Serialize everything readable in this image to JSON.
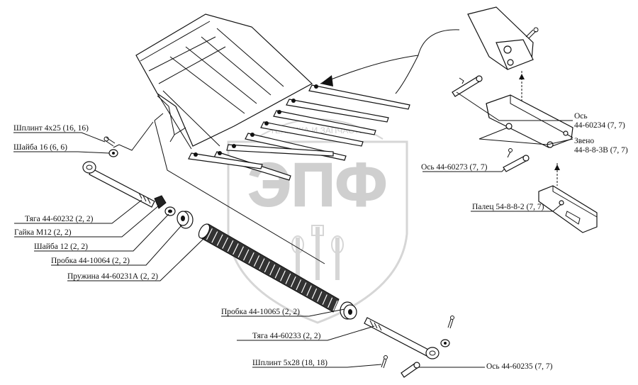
{
  "watermark": {
    "arc_text": "ТЕХНИКА И ЗАПЧАСТИ",
    "letters": "ЭПФ"
  },
  "parts": [
    {
      "id": "split-pin-4x25",
      "label": "Шплинт 4х25 (16, 16)"
    },
    {
      "id": "washer-16",
      "label": "Шайба 16 (6, 6)"
    },
    {
      "id": "rod-44-60232",
      "label": "Тяга 44-60232 (2, 2)"
    },
    {
      "id": "nut-m12",
      "label": "Гайка М12 (2, 2)"
    },
    {
      "id": "washer-12",
      "label": "Шайба 12 (2, 2)"
    },
    {
      "id": "plug-44-10064",
      "label": "Пробка 44-10064 (2, 2)"
    },
    {
      "id": "spring-44-60231a",
      "label": "Пружина 44-60231А (2, 2)"
    },
    {
      "id": "plug-44-10065",
      "label": "Пробка 44-10065 (2, 2)"
    },
    {
      "id": "rod-44-60233",
      "label": "Тяга 44-60233 (2, 2)"
    },
    {
      "id": "split-pin-5x28",
      "label": "Шплинт 5х28 (18, 18)"
    },
    {
      "id": "axle-44-60235",
      "label": "Ось 44-60235 (7, 7)"
    },
    {
      "id": "axle-44-60273",
      "label": "Ось 44-60273 (7, 7)"
    },
    {
      "id": "finger-54-8-8-2",
      "label": "Палец 54-8-8-2 (7, 7)"
    }
  ],
  "two_line_parts": [
    {
      "id": "axle-44-60234",
      "line1": "Ось",
      "line2": "44-60234 (7, 7)"
    },
    {
      "id": "link-44-8-8-3v",
      "line1": "Звено",
      "line2": "44-8-8-3В (7, 7)"
    }
  ],
  "colors": {
    "ink": "#111111",
    "watermark": "#d6d6d6",
    "background": "#ffffff"
  }
}
